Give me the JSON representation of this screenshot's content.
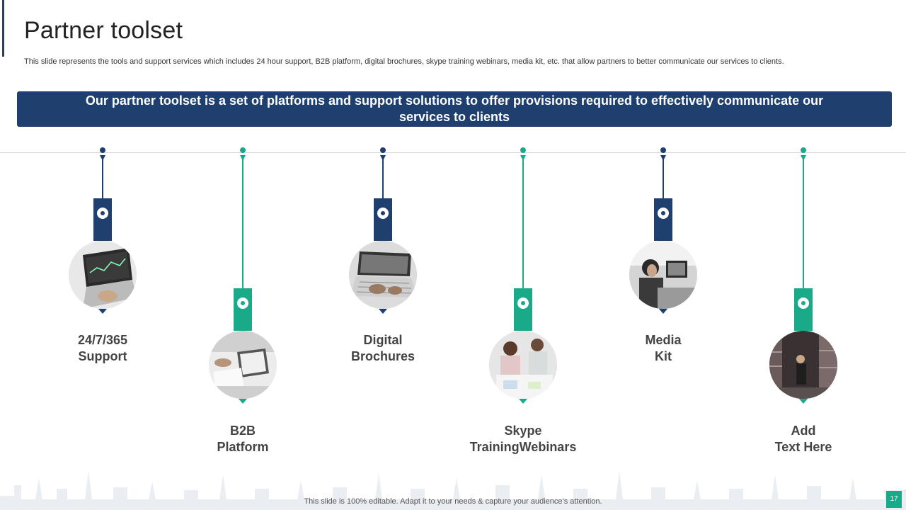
{
  "slide": {
    "title": "Partner toolset",
    "subtitle": "This slide represents the tools and support services which includes 24 hour support, B2B platform, digital brochures, skype training webinars, media kit, etc. that allow partners to better communicate our services to clients.",
    "banner_line1": "Our partner toolset is a set of platforms and support solutions to offer provisions required to effectively communicate our",
    "banner_line2": "services to clients",
    "footer": "This slide is 100% editable. Adapt it to your needs & capture your audience’s attention.",
    "page_number": "17"
  },
  "colors": {
    "navy": "#1f3f6e",
    "teal": "#1aaa8a"
  },
  "items": [
    {
      "line1": "24/7/365",
      "line2": "Support",
      "color": "navy",
      "photo": "laptop-dashboard-photo"
    },
    {
      "line1": "B2B",
      "line2": "Platform",
      "color": "teal",
      "photo": "business-meeting-photo"
    },
    {
      "line1": "Digital",
      "line2": "Brochures",
      "color": "navy",
      "photo": "laptop-typing-photo"
    },
    {
      "line1": "Skype",
      "line2": "TrainingWebinars",
      "color": "teal",
      "photo": "team-workshop-photo"
    },
    {
      "line1": "Media",
      "line2": "Kit",
      "color": "navy",
      "photo": "office-worker-photo"
    },
    {
      "line1": "Add",
      "line2": "Text Here",
      "color": "teal",
      "photo": "warehouse-photo"
    }
  ]
}
